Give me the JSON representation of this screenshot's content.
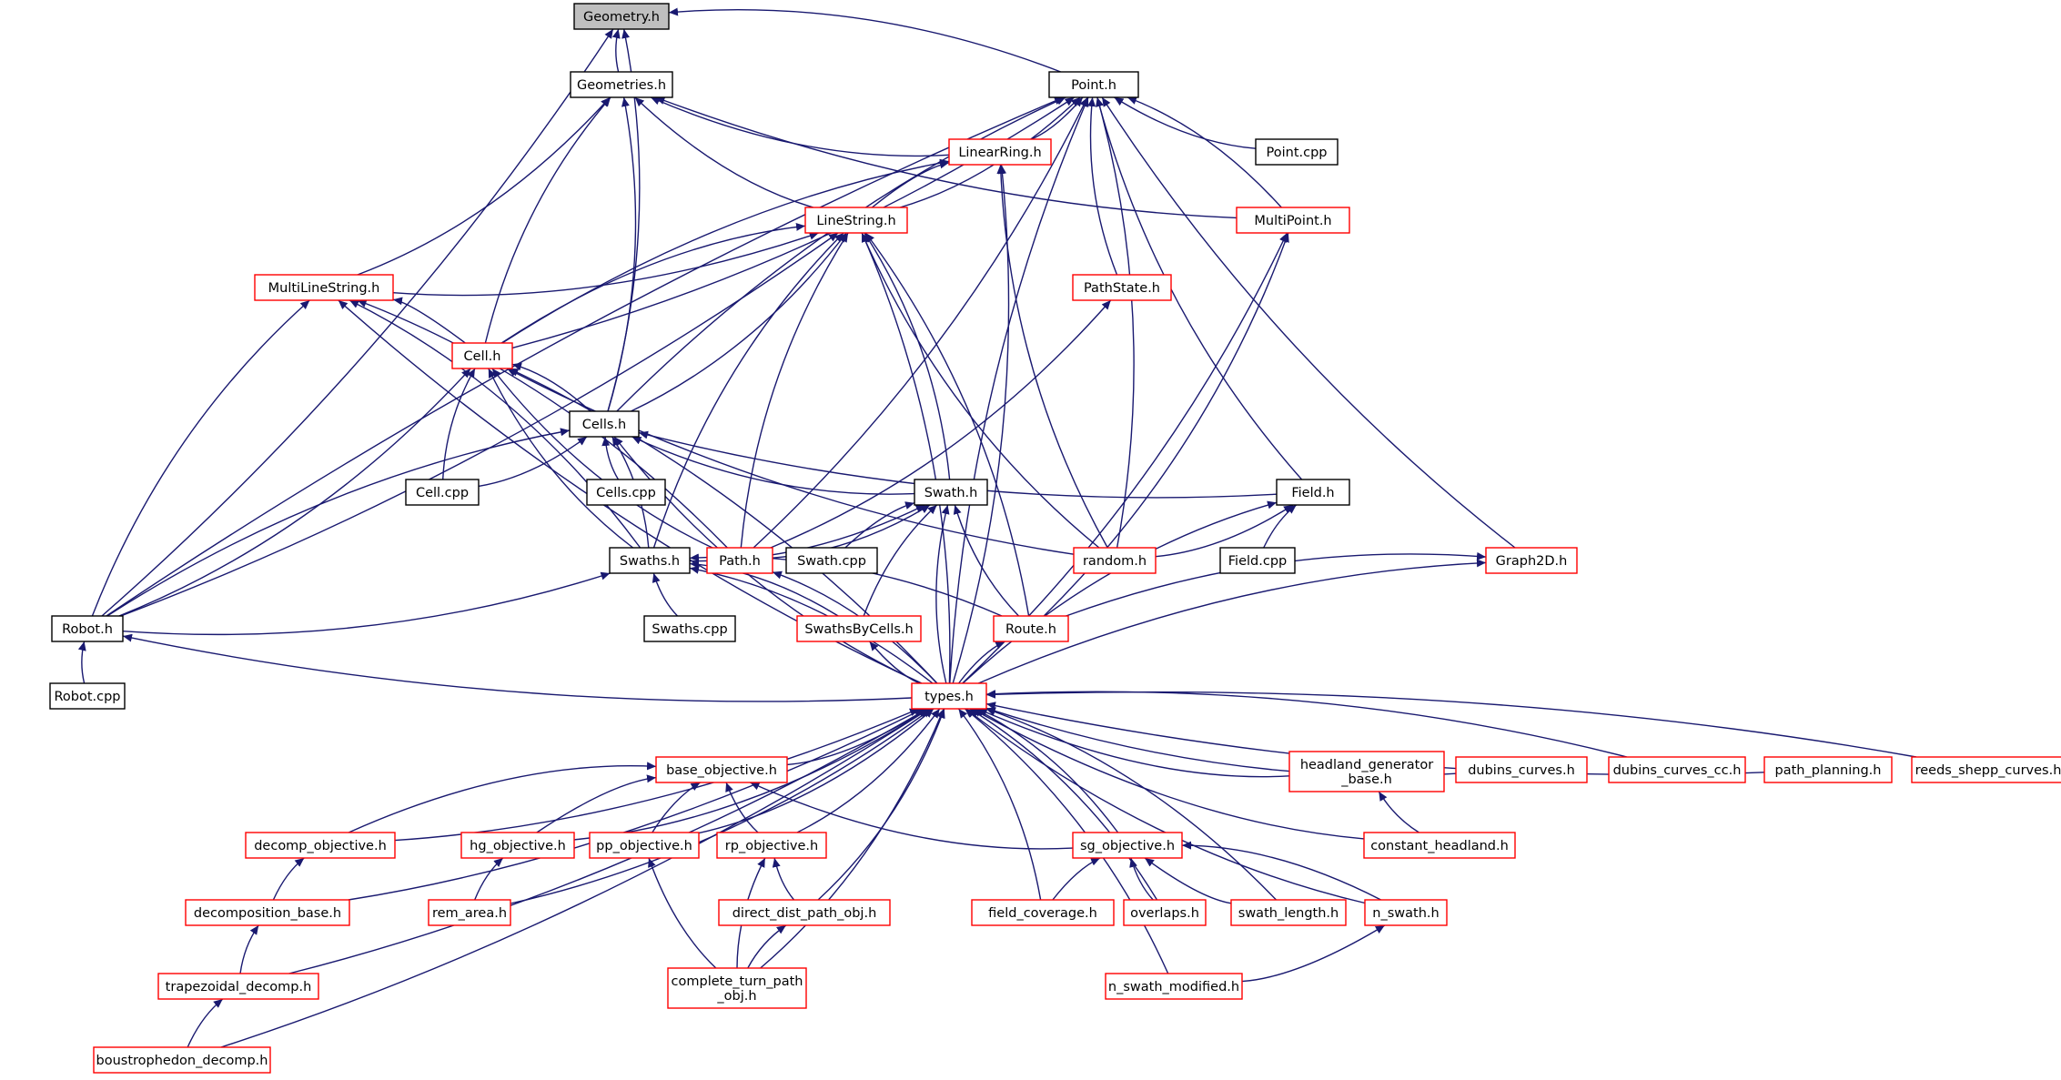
{
  "colors": {
    "edge": "#191970",
    "node_border_default": "#000000",
    "node_border_linked": "#ff0000",
    "node_fill_root": "#bfbfbf",
    "node_fill": "#ffffff"
  },
  "graph": {
    "nodes": [
      {
        "id": "geometry_h",
        "label": "Geometry.h",
        "root": true,
        "linked": false
      },
      {
        "id": "geometries_h",
        "label": "Geometries.h",
        "linked": false
      },
      {
        "id": "point_h",
        "label": "Point.h",
        "linked": false
      },
      {
        "id": "point_cpp",
        "label": "Point.cpp",
        "linked": false
      },
      {
        "id": "linearring_h",
        "label": "LinearRing.h",
        "linked": true
      },
      {
        "id": "multipoint_h",
        "label": "MultiPoint.h",
        "linked": true
      },
      {
        "id": "linestring_h",
        "label": "LineString.h",
        "linked": true
      },
      {
        "id": "pathstate_h",
        "label": "PathState.h",
        "linked": true
      },
      {
        "id": "multilinestring_h",
        "label": "MultiLineString.h",
        "linked": true
      },
      {
        "id": "cell_h",
        "label": "Cell.h",
        "linked": true
      },
      {
        "id": "cells_h",
        "label": "Cells.h",
        "linked": false
      },
      {
        "id": "cell_cpp",
        "label": "Cell.cpp",
        "linked": false
      },
      {
        "id": "cells_cpp",
        "label": "Cells.cpp",
        "linked": false
      },
      {
        "id": "swath_h",
        "label": "Swath.h",
        "linked": false
      },
      {
        "id": "field_h",
        "label": "Field.h",
        "linked": false
      },
      {
        "id": "swaths_h",
        "label": "Swaths.h",
        "linked": false
      },
      {
        "id": "path_h",
        "label": "Path.h",
        "linked": true
      },
      {
        "id": "swath_cpp",
        "label": "Swath.cpp",
        "linked": false
      },
      {
        "id": "random_h",
        "label": "random.h",
        "linked": true
      },
      {
        "id": "field_cpp",
        "label": "Field.cpp",
        "linked": false
      },
      {
        "id": "graph2d_h",
        "label": "Graph2D.h",
        "linked": true
      },
      {
        "id": "robot_h",
        "label": "Robot.h",
        "linked": false
      },
      {
        "id": "swaths_cpp",
        "label": "Swaths.cpp",
        "linked": false
      },
      {
        "id": "swathsbycells_h",
        "label": "SwathsByCells.h",
        "linked": true
      },
      {
        "id": "route_h",
        "label": "Route.h",
        "linked": true
      },
      {
        "id": "robot_cpp",
        "label": "Robot.cpp",
        "linked": false
      },
      {
        "id": "types_h",
        "label": "types.h",
        "linked": true
      },
      {
        "id": "base_objective_h",
        "label": "base_objective.h",
        "linked": true
      },
      {
        "id": "headland_generator_base_h",
        "label": "headland_generator\n_base.h",
        "linked": true
      },
      {
        "id": "dubins_curves_h",
        "label": "dubins_curves.h",
        "linked": true
      },
      {
        "id": "dubins_curves_cc_h",
        "label": "dubins_curves_cc.h",
        "linked": true
      },
      {
        "id": "path_planning_h",
        "label": "path_planning.h",
        "linked": true
      },
      {
        "id": "reeds_shepp_curves_h",
        "label": "reeds_shepp_curves.h",
        "linked": true
      },
      {
        "id": "decomp_objective_h",
        "label": "decomp_objective.h",
        "linked": true
      },
      {
        "id": "hg_objective_h",
        "label": "hg_objective.h",
        "linked": true
      },
      {
        "id": "pp_objective_h",
        "label": "pp_objective.h",
        "linked": true
      },
      {
        "id": "rp_objective_h",
        "label": "rp_objective.h",
        "linked": true
      },
      {
        "id": "sg_objective_h",
        "label": "sg_objective.h",
        "linked": true
      },
      {
        "id": "constant_headland_h",
        "label": "constant_headland.h",
        "linked": true
      },
      {
        "id": "decomposition_base_h",
        "label": "decomposition_base.h",
        "linked": true
      },
      {
        "id": "rem_area_h",
        "label": "rem_area.h",
        "linked": true
      },
      {
        "id": "direct_dist_path_obj_h",
        "label": "direct_dist_path_obj.h",
        "linked": true
      },
      {
        "id": "field_coverage_h",
        "label": "field_coverage.h",
        "linked": true
      },
      {
        "id": "overlaps_h",
        "label": "overlaps.h",
        "linked": true
      },
      {
        "id": "swath_length_h",
        "label": "swath_length.h",
        "linked": true
      },
      {
        "id": "n_swath_h",
        "label": "n_swath.h",
        "linked": true
      },
      {
        "id": "trapezoidal_decomp_h",
        "label": "trapezoidal_decomp.h",
        "linked": true
      },
      {
        "id": "complete_turn_path_obj_h",
        "label": "complete_turn_path\n_obj.h",
        "linked": true
      },
      {
        "id": "n_swath_modified_h",
        "label": "n_swath_modified.h",
        "linked": true
      },
      {
        "id": "boustrophedon_decomp_h",
        "label": "boustrophedon_decomp.h",
        "linked": true
      }
    ],
    "edges": [
      [
        "geometries_h",
        "geometry_h"
      ],
      [
        "point_h",
        "geometry_h"
      ],
      [
        "robot_h",
        "geometry_h"
      ],
      [
        "cells_h",
        "geometry_h"
      ],
      [
        "linestring_h",
        "geometries_h"
      ],
      [
        "linearring_h",
        "geometries_h"
      ],
      [
        "multipoint_h",
        "geometries_h"
      ],
      [
        "multilinestring_h",
        "geometries_h"
      ],
      [
        "cell_h",
        "geometries_h"
      ],
      [
        "cells_h",
        "geometries_h"
      ],
      [
        "point_cpp",
        "point_h"
      ],
      [
        "linearring_h",
        "point_h"
      ],
      [
        "multipoint_h",
        "point_h"
      ],
      [
        "linestring_h",
        "point_h"
      ],
      [
        "pathstate_h",
        "point_h"
      ],
      [
        "cell_h",
        "point_h"
      ],
      [
        "cells_h",
        "point_h"
      ],
      [
        "path_h",
        "point_h"
      ],
      [
        "field_h",
        "point_h"
      ],
      [
        "random_h",
        "point_h"
      ],
      [
        "graph2d_h",
        "point_h"
      ],
      [
        "robot_h",
        "point_h"
      ],
      [
        "types_h",
        "point_h"
      ],
      [
        "linestring_h",
        "linearring_h"
      ],
      [
        "cell_h",
        "linearring_h"
      ],
      [
        "random_h",
        "linearring_h"
      ],
      [
        "types_h",
        "linearring_h"
      ],
      [
        "route_h",
        "multipoint_h"
      ],
      [
        "types_h",
        "multipoint_h"
      ],
      [
        "multilinestring_h",
        "linestring_h"
      ],
      [
        "cell_h",
        "linestring_h"
      ],
      [
        "cells_h",
        "linestring_h"
      ],
      [
        "swath_h",
        "linestring_h"
      ],
      [
        "swaths_h",
        "linestring_h"
      ],
      [
        "path_h",
        "linestring_h"
      ],
      [
        "route_h",
        "linestring_h"
      ],
      [
        "random_h",
        "linestring_h"
      ],
      [
        "robot_h",
        "linestring_h"
      ],
      [
        "types_h",
        "linestring_h"
      ],
      [
        "path_h",
        "pathstate_h"
      ],
      [
        "cell_h",
        "multilinestring_h"
      ],
      [
        "swaths_h",
        "multilinestring_h"
      ],
      [
        "path_h",
        "multilinestring_h"
      ],
      [
        "robot_h",
        "multilinestring_h"
      ],
      [
        "types_h",
        "multilinestring_h"
      ],
      [
        "cells_h",
        "cell_h"
      ],
      [
        "cell_cpp",
        "cell_h"
      ],
      [
        "swaths_h",
        "cell_h"
      ],
      [
        "path_h",
        "cell_h"
      ],
      [
        "random_h",
        "cell_h"
      ],
      [
        "robot_h",
        "cell_h"
      ],
      [
        "types_h",
        "cell_h"
      ],
      [
        "cell_cpp",
        "cells_h"
      ],
      [
        "cells_cpp",
        "cells_h"
      ],
      [
        "swath_h",
        "cells_h"
      ],
      [
        "field_h",
        "cells_h"
      ],
      [
        "swaths_h",
        "cells_h"
      ],
      [
        "robot_h",
        "cells_h"
      ],
      [
        "types_h",
        "cells_h"
      ],
      [
        "swaths_h",
        "swath_h"
      ],
      [
        "path_h",
        "swath_h"
      ],
      [
        "swath_cpp",
        "swath_h"
      ],
      [
        "swathsbycells_h",
        "swath_h"
      ],
      [
        "route_h",
        "swath_h"
      ],
      [
        "types_h",
        "swath_h"
      ],
      [
        "random_h",
        "field_h"
      ],
      [
        "field_cpp",
        "field_h"
      ],
      [
        "types_h",
        "field_h"
      ],
      [
        "robot_h",
        "swaths_h"
      ],
      [
        "swaths_cpp",
        "swaths_h"
      ],
      [
        "swathsbycells_h",
        "swaths_h"
      ],
      [
        "route_h",
        "swaths_h"
      ],
      [
        "types_h",
        "swaths_h"
      ],
      [
        "types_h",
        "path_h"
      ],
      [
        "route_h",
        "graph2d_h"
      ],
      [
        "types_h",
        "graph2d_h"
      ],
      [
        "robot_cpp",
        "robot_h"
      ],
      [
        "types_h",
        "robot_h"
      ],
      [
        "types_h",
        "swathsbycells_h"
      ],
      [
        "types_h",
        "route_h"
      ],
      [
        "base_objective_h",
        "types_h"
      ],
      [
        "headland_generator_base_h",
        "types_h"
      ],
      [
        "dubins_curves_h",
        "types_h"
      ],
      [
        "dubins_curves_cc_h",
        "types_h"
      ],
      [
        "path_planning_h",
        "types_h"
      ],
      [
        "reeds_shepp_curves_h",
        "types_h"
      ],
      [
        "decomp_objective_h",
        "types_h"
      ],
      [
        "hg_objective_h",
        "types_h"
      ],
      [
        "pp_objective_h",
        "types_h"
      ],
      [
        "rp_objective_h",
        "types_h"
      ],
      [
        "sg_objective_h",
        "types_h"
      ],
      [
        "constant_headland_h",
        "types_h"
      ],
      [
        "decomposition_base_h",
        "types_h"
      ],
      [
        "rem_area_h",
        "types_h"
      ],
      [
        "direct_dist_path_obj_h",
        "types_h"
      ],
      [
        "field_coverage_h",
        "types_h"
      ],
      [
        "overlaps_h",
        "types_h"
      ],
      [
        "swath_length_h",
        "types_h"
      ],
      [
        "n_swath_h",
        "types_h"
      ],
      [
        "trapezoidal_decomp_h",
        "types_h"
      ],
      [
        "complete_turn_path_obj_h",
        "types_h"
      ],
      [
        "n_swath_modified_h",
        "types_h"
      ],
      [
        "boustrophedon_decomp_h",
        "types_h"
      ],
      [
        "decomp_objective_h",
        "base_objective_h"
      ],
      [
        "hg_objective_h",
        "base_objective_h"
      ],
      [
        "pp_objective_h",
        "base_objective_h"
      ],
      [
        "rp_objective_h",
        "base_objective_h"
      ],
      [
        "sg_objective_h",
        "base_objective_h"
      ],
      [
        "constant_headland_h",
        "headland_generator_base_h"
      ],
      [
        "decomposition_base_h",
        "decomp_objective_h"
      ],
      [
        "rem_area_h",
        "hg_objective_h"
      ],
      [
        "complete_turn_path_obj_h",
        "pp_objective_h"
      ],
      [
        "direct_dist_path_obj_h",
        "rp_objective_h"
      ],
      [
        "complete_turn_path_obj_h",
        "rp_objective_h"
      ],
      [
        "field_coverage_h",
        "sg_objective_h"
      ],
      [
        "overlaps_h",
        "sg_objective_h"
      ],
      [
        "swath_length_h",
        "sg_objective_h"
      ],
      [
        "n_swath_h",
        "sg_objective_h"
      ],
      [
        "trapezoidal_decomp_h",
        "decomposition_base_h"
      ],
      [
        "complete_turn_path_obj_h",
        "direct_dist_path_obj_h"
      ],
      [
        "n_swath_modified_h",
        "n_swath_h"
      ],
      [
        "boustrophedon_decomp_h",
        "trapezoidal_decomp_h"
      ]
    ]
  }
}
